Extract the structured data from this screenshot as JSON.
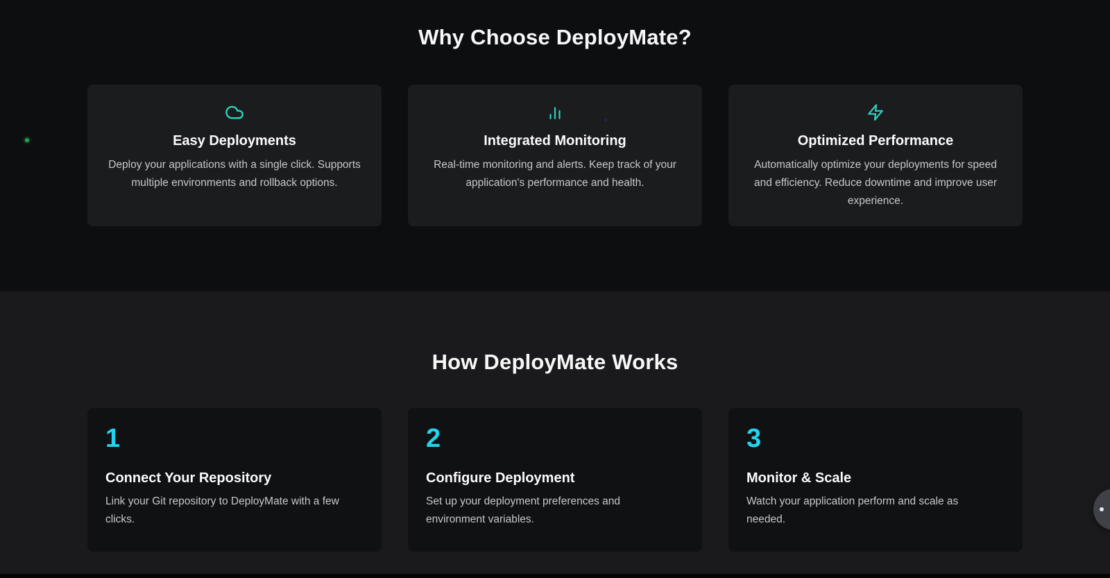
{
  "colors": {
    "icon_accent": "#2dd4bf",
    "number_accent": "#22d3ee",
    "top_bg": "#0d0e10",
    "how_bg": "#1a1a1c",
    "feature_card_bg": "#1b1c1e",
    "step_card_bg": "#101113",
    "heading_color": "#f7f7f8",
    "body_color": "#c7c8cc"
  },
  "why_section": {
    "heading": "Why Choose DeployMate?",
    "features": [
      {
        "icon": "cloud-icon",
        "title": "Easy Deployments",
        "description": "Deploy your applications with a single click. Supports multiple environments and rollback options."
      },
      {
        "icon": "bar-chart-icon",
        "title": "Integrated Monitoring",
        "description": "Real-time monitoring and alerts. Keep track of your application's performance and health."
      },
      {
        "icon": "lightning-icon",
        "title": "Optimized Performance",
        "description": "Automatically optimize your deployments for speed and efficiency. Reduce downtime and improve user experience."
      }
    ]
  },
  "how_section": {
    "heading": "How DeployMate Works",
    "steps": [
      {
        "number": "1",
        "title": "Connect Your Repository",
        "description": "Link your Git repository to DeployMate with a few clicks."
      },
      {
        "number": "2",
        "title": "Configure Deployment",
        "description": "Set up your deployment preferences and environment variables."
      },
      {
        "number": "3",
        "title": "Monitor & Scale",
        "description": "Watch your application perform and scale as needed."
      }
    ]
  }
}
